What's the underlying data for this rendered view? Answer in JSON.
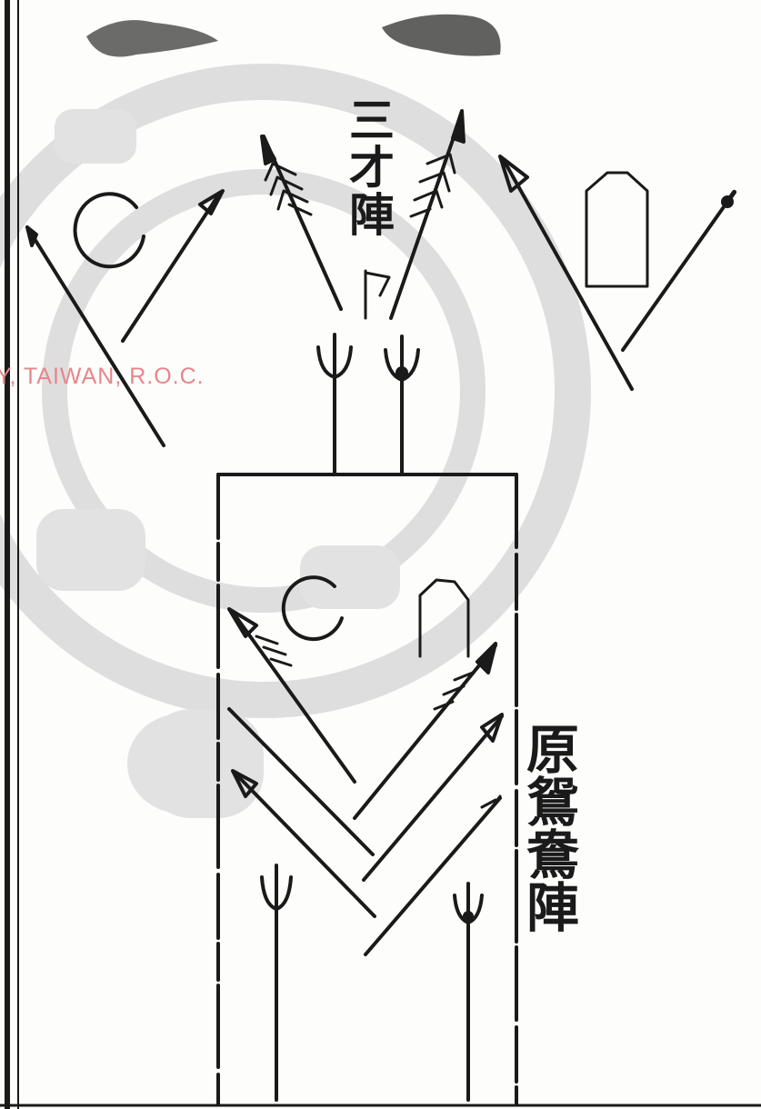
{
  "watermark": {
    "text": "Y, TAIWAN, R.O.C.",
    "color": "#e8858a",
    "seal_color": "#d9d9d9"
  },
  "labels": {
    "top_formation": "三才陣",
    "side_formation": "原鴛鴦陣"
  },
  "ink_color": "#1a1a1a"
}
